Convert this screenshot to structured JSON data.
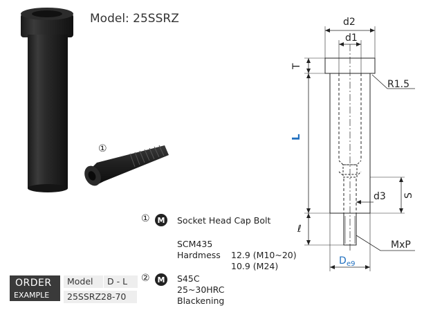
{
  "title": "Model: 25SSRZ",
  "part_marker": "①",
  "parts": [
    {
      "marker": "①",
      "badge": "M",
      "name": "Socket Head Cap Bolt",
      "material": "SCM435",
      "hardness_label": "Hardmess",
      "hardness_1": "12.9 (M10~20)",
      "hardness_2": "10.9 (M24)"
    },
    {
      "marker": "②",
      "badge": "M",
      "material": "S45C",
      "hardness": "25~30HRC",
      "finish": "Blackening"
    }
  ],
  "order": {
    "title": "ORDER",
    "subtitle": "EXAMPLE",
    "header_model": "Model",
    "header_dims": "D - L",
    "example": "25SSRZ28-70"
  },
  "drawing_labels": {
    "d2": "d2",
    "d1": "d1",
    "T": "T",
    "R": "R1.5",
    "L": "L",
    "d3": "d3",
    "S": "S",
    "ell": "ℓ",
    "MxP": "MxP",
    "D": "D",
    "D_sub": "e9"
  },
  "colors": {
    "accent_blue": "#1f6fbf",
    "dark": "#222222",
    "order_bg": "#3a3a3a",
    "order_cell": "#eeeeee"
  }
}
